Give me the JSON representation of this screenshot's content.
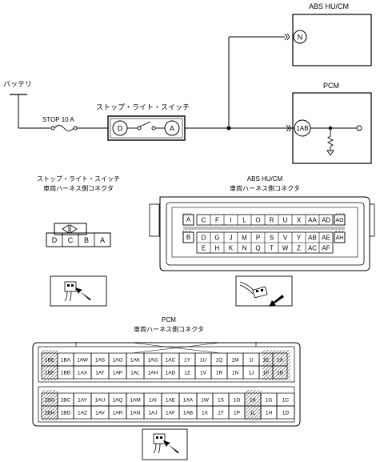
{
  "labels": {
    "battery": "バッテリ",
    "fuse": "STOP 10 A",
    "switch_title": "ストップ・ライト・スイッチ",
    "switch_terminal_d": "D",
    "switch_terminal_a": "A",
    "abs_title": "ABS HU/CM",
    "abs_terminal": "N",
    "pcm_title": "PCM",
    "pcm_terminal": "1AB"
  },
  "switch_connector": {
    "title_line1": "ストップ・ライト・スイッチ",
    "title_line2": "車両ハーネス側コネクタ",
    "pins": [
      "D",
      "C",
      "B",
      "A"
    ]
  },
  "abs_connector": {
    "title_line1": "ABS HU/CM",
    "title_line2": "車両ハーネス側コネクタ",
    "row1": [
      "A",
      "C",
      "F",
      "I",
      "L",
      "O",
      "R",
      "U",
      "X",
      "AA",
      "AD",
      "AG"
    ],
    "row2": [
      "B",
      "D",
      "G",
      "J",
      "M",
      "P",
      "S",
      "V",
      "Y",
      "AB",
      "AE",
      "AH"
    ],
    "row3": [
      "E",
      "H",
      "K",
      "N",
      "Q",
      "T",
      "W",
      "Z",
      "AC",
      "AF"
    ]
  },
  "pcm_connector": {
    "title_line1": "PCM",
    "title_line2": "車両ハーネス側コネクタ",
    "upper_row1": [
      "1BE",
      "1BA",
      "1AW",
      "1AS",
      "1AO",
      "1AK",
      "1AG",
      "1AC",
      "1Y",
      "1U",
      "1Q",
      "1M",
      "1I",
      "1E",
      "1A"
    ],
    "upper_row2": [
      "1BF",
      "1BB",
      "1AX",
      "1AT",
      "1AP",
      "1AL",
      "1AH",
      "1AD",
      "1Z",
      "1V",
      "1R",
      "1N",
      "1J",
      "1F",
      "1B"
    ],
    "lower_row1": [
      "1BG",
      "1BC",
      "1AY",
      "1AU",
      "1AQ",
      "1AM",
      "1AI",
      "1AE",
      "1AA",
      "1W",
      "1S",
      "1O",
      "1K",
      "1G",
      "1C"
    ],
    "lower_row2": [
      "1BH",
      "1BD",
      "1AZ",
      "1AV",
      "1AR",
      "1AN",
      "1AJ",
      "1AF",
      "1AB",
      "1X",
      "1T",
      "1P",
      "1L",
      "1H",
      "1D"
    ]
  }
}
